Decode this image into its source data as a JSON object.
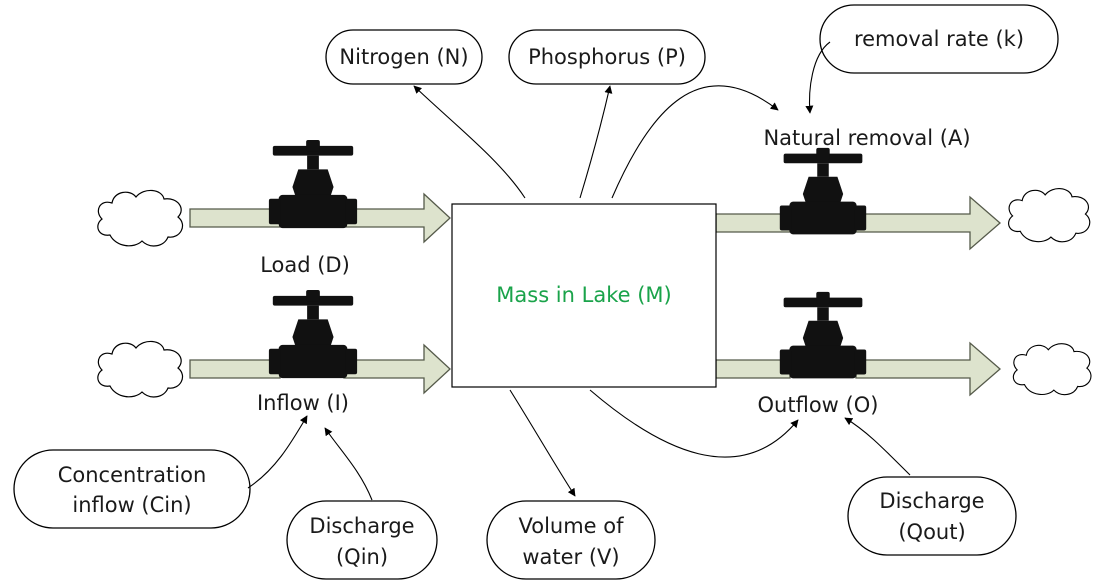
{
  "stock": {
    "label": "Mass in Lake (M)",
    "color": "#1aa34a"
  },
  "flows": {
    "load": "Load (D)",
    "inflow": "Inflow (I)",
    "natural_removal": "Natural removal (A)",
    "outflow": "Outflow (O)"
  },
  "variables": {
    "nitrogen": "Nitrogen (N)",
    "phosphorus": "Phosphorus (P)",
    "removal_rate": "removal rate (k)",
    "concentration_inflow": [
      "Concentration",
      "inflow (Cin)"
    ],
    "discharge_in": [
      "Discharge",
      "(Qin)"
    ],
    "volume": [
      "Volume of",
      "water (V)"
    ],
    "discharge_out": [
      "Discharge",
      "(Qout)"
    ]
  },
  "icons": {
    "source_sink": "cloud-icon",
    "flow_control": "valve-icon"
  },
  "colors": {
    "pipe_fill": "#dde3cd",
    "valve": "#111111"
  }
}
